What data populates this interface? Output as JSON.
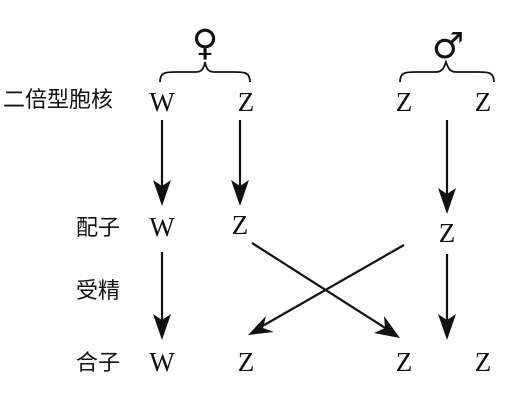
{
  "female_symbol": "♀",
  "male_symbol": "♂",
  "row_labels": {
    "diploid_nucleus": "二倍型胞核",
    "gamete": "配子",
    "fertilization": "受精",
    "zygote": "合子"
  },
  "female": {
    "nucleus_left": "W",
    "nucleus_right": "Z",
    "gamete_left": "W",
    "gamete_right": "Z"
  },
  "male": {
    "nucleus_left": "Z",
    "nucleus_right": "Z",
    "gamete": "Z"
  },
  "zygotes": [
    "W",
    "Z",
    "Z",
    "Z"
  ]
}
